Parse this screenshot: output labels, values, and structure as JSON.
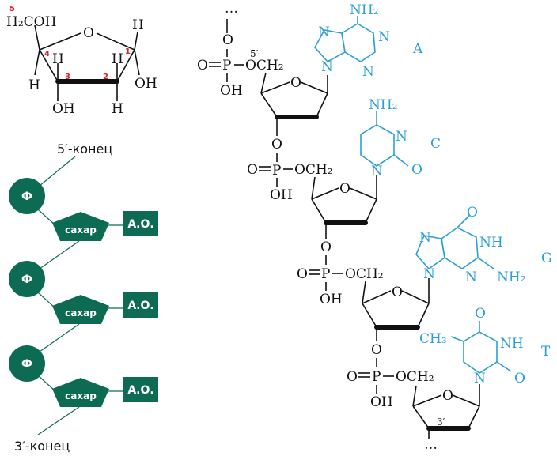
{
  "ribose": {
    "h2coh": "H₂COH",
    "ring_o": "O",
    "h": "H",
    "oh": "OH",
    "numbers": [
      "1",
      "2",
      "3",
      "4",
      "5"
    ]
  },
  "chain_schema": {
    "top_label": "5′-конец",
    "bottom_label": "3′-конец",
    "phosphate": "Ф",
    "sugar": "сахар",
    "base": "А.О."
  },
  "dna_strand": {
    "ellipsis": "…",
    "five_prime": "5′",
    "three_prime": "3′",
    "phosphate_p": "P",
    "phosphate_o": "O",
    "phosphate_double_o": "O",
    "och2": "OCH₂",
    "oh": "OH",
    "ring_o": "O",
    "bases": [
      {
        "letter": "A",
        "nh2": "NH₂",
        "n": "N"
      },
      {
        "letter": "C",
        "nh2": "NH₂",
        "n": "N",
        "o": "O"
      },
      {
        "letter": "G",
        "nh2": "NH₂",
        "nh": "NH",
        "n": "N",
        "o": "O"
      },
      {
        "letter": "T",
        "ch3": "CH₃",
        "nh": "NH",
        "n": "N",
        "o": "O"
      }
    ]
  }
}
